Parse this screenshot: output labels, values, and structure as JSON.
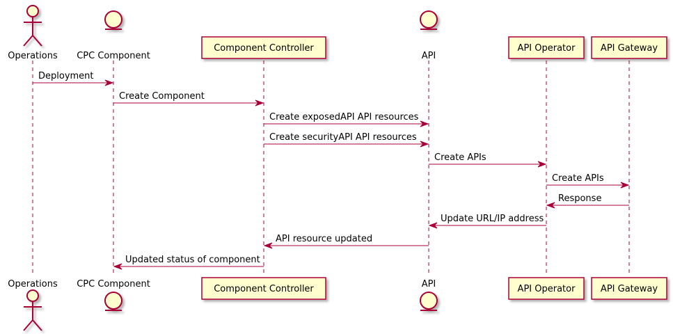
{
  "participants": [
    {
      "id": "operations",
      "label": "Operations",
      "kind": "actor"
    },
    {
      "id": "cpc",
      "label": "CPC Component",
      "kind": "entity"
    },
    {
      "id": "controller",
      "label": "Component Controller",
      "kind": "box"
    },
    {
      "id": "api",
      "label": "API",
      "kind": "entity"
    },
    {
      "id": "operator",
      "label": "API Operator",
      "kind": "box"
    },
    {
      "id": "gateway",
      "label": "API Gateway",
      "kind": "box"
    }
  ],
  "messages": [
    {
      "from": "operations",
      "to": "cpc",
      "label": "Deployment"
    },
    {
      "from": "cpc",
      "to": "controller",
      "label": "Create Component"
    },
    {
      "from": "controller",
      "to": "api",
      "label": "Create exposedAPI API resources"
    },
    {
      "from": "controller",
      "to": "api",
      "label": "Create securityAPI API resources"
    },
    {
      "from": "api",
      "to": "operator",
      "label": "Create APIs"
    },
    {
      "from": "operator",
      "to": "gateway",
      "label": "Create APIs"
    },
    {
      "from": "gateway",
      "to": "operator",
      "label": "Response"
    },
    {
      "from": "operator",
      "to": "api",
      "label": "Update URL/IP address"
    },
    {
      "from": "api",
      "to": "controller",
      "label": "API resource updated"
    },
    {
      "from": "controller",
      "to": "cpc",
      "label": "Updated status of component"
    }
  ],
  "colors": {
    "lifeline": "#a80036",
    "box_fill": "#fefece",
    "arrow": "#a80036"
  }
}
